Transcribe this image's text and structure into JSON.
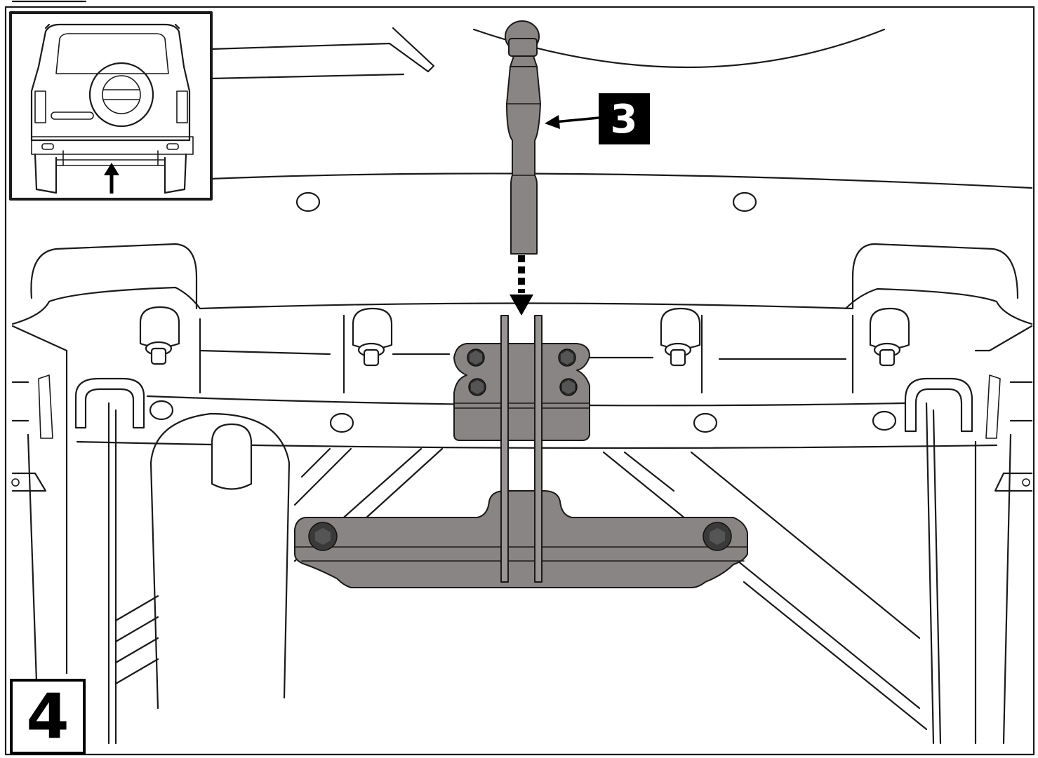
{
  "step": {
    "number": "4"
  },
  "callouts": [
    {
      "id": "part-3",
      "label": "3"
    }
  ],
  "colors": {
    "line": "#1a1a1a",
    "metal": "#8a8585",
    "bolt": "#2b2b2b",
    "callout_bg": "#000000",
    "callout_text": "#ffffff"
  },
  "icons": {
    "insertion_arrow": "dashed-down-arrow-icon",
    "locator_arrow": "up-arrow-icon"
  }
}
